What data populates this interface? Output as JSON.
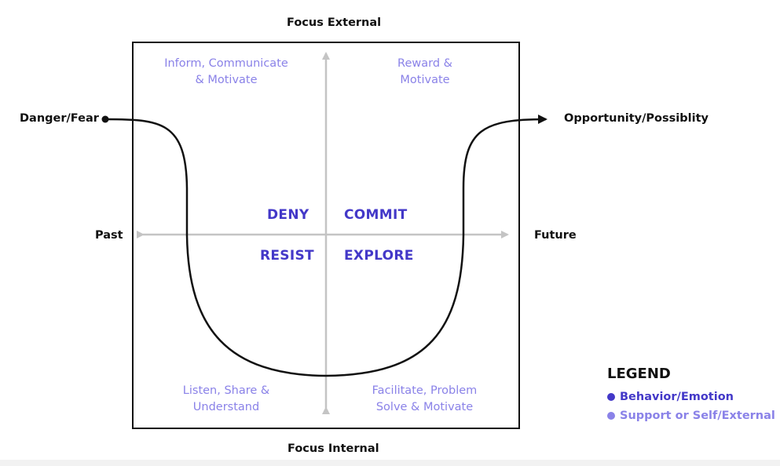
{
  "axes": {
    "top": "Focus External",
    "bottom": "Focus Internal",
    "left": "Past",
    "right": "Future"
  },
  "curve": {
    "start_label": "Danger/Fear",
    "end_label": "Opportunity/Possiblity"
  },
  "behaviors": {
    "top_left": "DENY",
    "top_right": "COMMIT",
    "bottom_left": "RESIST",
    "bottom_right": "EXPLORE"
  },
  "support": {
    "top_left": [
      "Inform, Communicate",
      "& Motivate"
    ],
    "top_right": [
      "Reward &",
      "Motivate"
    ],
    "bottom_left": [
      "Listen, Share &",
      "Understand"
    ],
    "bottom_right": [
      "Facilitate, Problem",
      "Solve & Motivate"
    ]
  },
  "legend": {
    "title": "LEGEND",
    "items": [
      {
        "label": "Behavior/Emotion",
        "color": "#4338c8"
      },
      {
        "label": "Support or Self/External",
        "color": "#8a82e8"
      }
    ]
  },
  "colors": {
    "behavior": "#4338c8",
    "support": "#8a82e8",
    "axis": "#c4c4c4",
    "curve": "#111111"
  }
}
